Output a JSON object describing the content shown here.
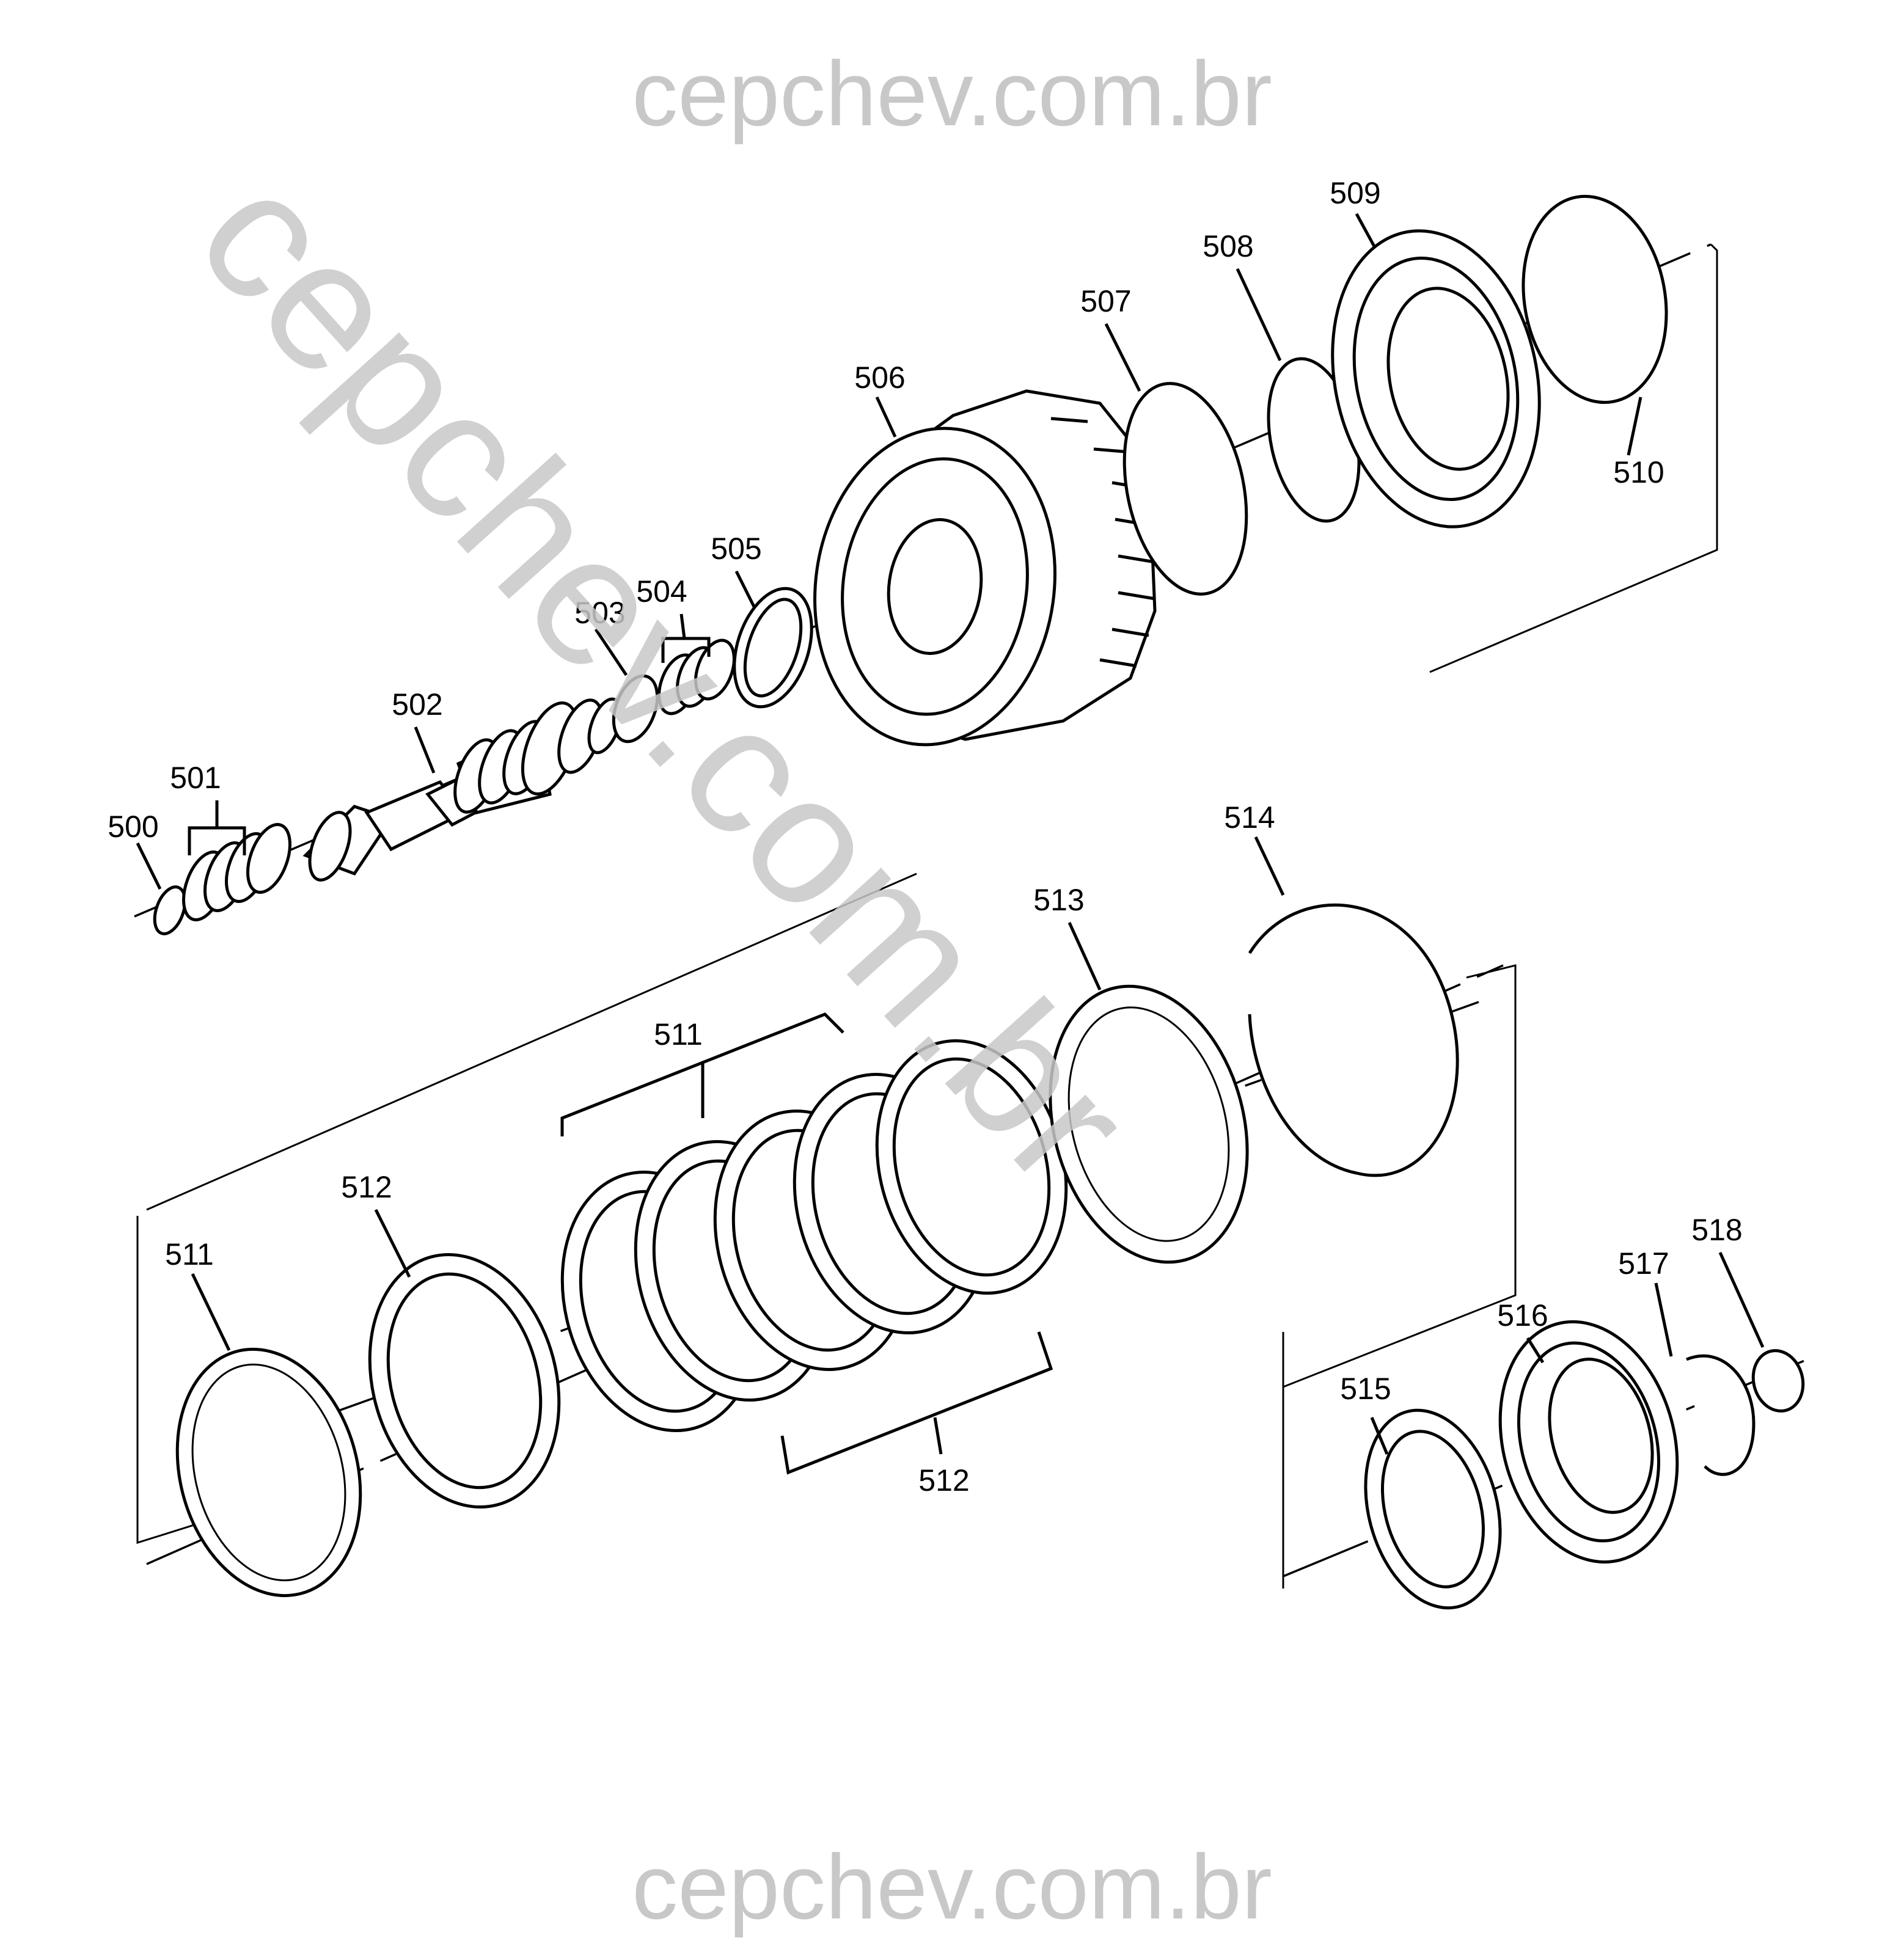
{
  "watermark": {
    "top": "cepchev.com.br",
    "bottom": "cepchev.com.br",
    "diagonal": "cepchev.com.br",
    "color": "#c8c8c8"
  },
  "callouts": [
    {
      "id": "500",
      "text": "500"
    },
    {
      "id": "501",
      "text": "501"
    },
    {
      "id": "502",
      "text": "502"
    },
    {
      "id": "503",
      "text": "503"
    },
    {
      "id": "504",
      "text": "504"
    },
    {
      "id": "505",
      "text": "505"
    },
    {
      "id": "506",
      "text": "506"
    },
    {
      "id": "507",
      "text": "507"
    },
    {
      "id": "508",
      "text": "508"
    },
    {
      "id": "509",
      "text": "509"
    },
    {
      "id": "510",
      "text": "510"
    },
    {
      "id": "511a",
      "text": "511"
    },
    {
      "id": "511b",
      "text": "511"
    },
    {
      "id": "512a",
      "text": "512"
    },
    {
      "id": "512b",
      "text": "512"
    },
    {
      "id": "513",
      "text": "513"
    },
    {
      "id": "514",
      "text": "514"
    },
    {
      "id": "515",
      "text": "515"
    },
    {
      "id": "516",
      "text": "516"
    },
    {
      "id": "517",
      "text": "517"
    },
    {
      "id": "518",
      "text": "518"
    }
  ]
}
